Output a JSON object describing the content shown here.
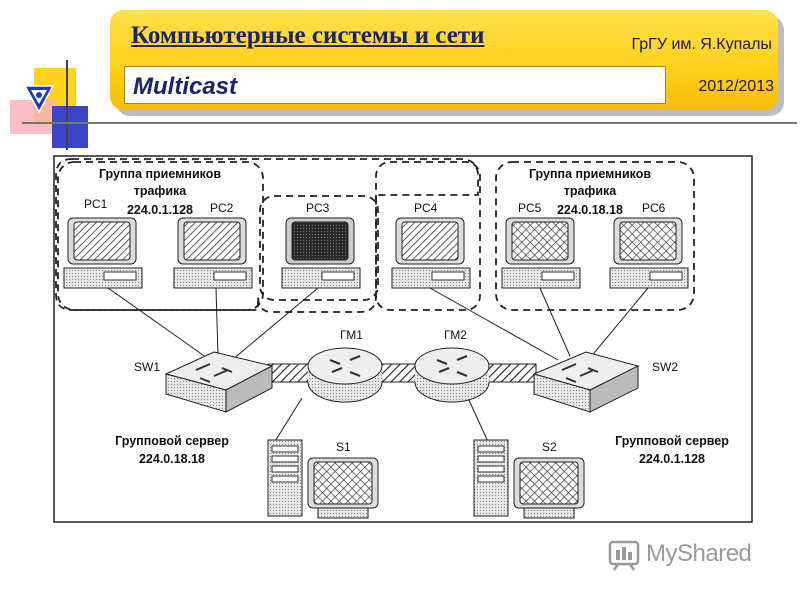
{
  "header": {
    "title": "Компьютерные системы и сети",
    "university": "ГрГУ им. Я.Купалы",
    "subtitle": "Multicast",
    "year": "2012/2013"
  },
  "diagram": {
    "groups": [
      {
        "label_line1": "Группа приемников",
        "label_line2": "трафика",
        "address": "224.0.1.128"
      },
      {
        "label_line1": "Группа приемников",
        "label_line2": "трафика",
        "address": "224.0.18.18"
      }
    ],
    "pcs": [
      "PC1",
      "PC2",
      "PC3",
      "PC4",
      "PC5",
      "PC6"
    ],
    "switches": [
      "SW1",
      "SW2"
    ],
    "routers": [
      "ГМ1",
      "ГМ2"
    ],
    "servers": [
      "S1",
      "S2"
    ],
    "group_servers": [
      {
        "label": "Групповой сервер",
        "address": "224.0.18.18"
      },
      {
        "label": "Групповой сервер",
        "address": "224.0.1.128"
      }
    ]
  },
  "watermark": {
    "text": "MyShared"
  },
  "colors": {
    "header_bg": "#ffd21e",
    "title_text": "#1a2470",
    "subtitle_bg": "#ffffff"
  }
}
